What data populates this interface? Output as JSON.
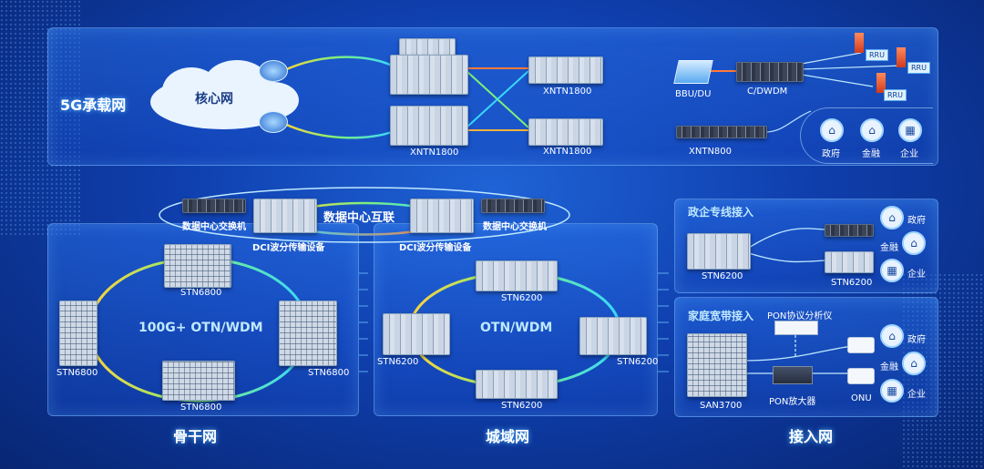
{
  "top": {
    "section_label": "5G承载网",
    "core_label": "核心网",
    "nodes": {
      "xntn1800_core": "XNTN1800",
      "xntn1800_a": "XNTN1800",
      "xntn1800_b": "XNTN1800",
      "bbu": "BBU/DU",
      "cdwdm": "C/DWDM",
      "xntn800": "XNTN800"
    },
    "rru": [
      "RRU",
      "RRU",
      "RRU"
    ],
    "customers": [
      "政府",
      "金融",
      "企业"
    ]
  },
  "dci": {
    "title": "数据中心互联",
    "switch_label": "数据中心交换机",
    "switch_label_right": "数据中心交换机",
    "wdm_label": "DCI波分传输设备",
    "wdm_label_right": "DCI波分传输设备"
  },
  "backbone": {
    "ring_label": "100G+ OTN/WDM",
    "section_label": "骨干网",
    "nodes": [
      "STN6800",
      "STN6800",
      "STN6800",
      "STN6800"
    ]
  },
  "metro": {
    "ring_label": "OTN/WDM",
    "section_label": "城域网",
    "nodes": [
      "STN6200",
      "STN6200",
      "STN6200",
      "STN6200"
    ]
  },
  "access": {
    "section_label": "接入网",
    "gov": {
      "title": "政企专线接入",
      "nodes": [
        "STN6200",
        "STN6200"
      ],
      "customers": [
        "政府",
        "金融",
        "企业"
      ]
    },
    "home": {
      "title": "家庭宽带接入",
      "pon_analyzer": "PON协议分析仪",
      "olt": "SAN3700",
      "pon_amp": "PON放大器",
      "onu": "ONU",
      "customers": [
        "政府",
        "金融",
        "企业"
      ]
    }
  },
  "colors": {
    "link_gradient_start": "#ffd23a",
    "link_gradient_end": "#38d9ff",
    "accent": "#9cd3ff"
  }
}
